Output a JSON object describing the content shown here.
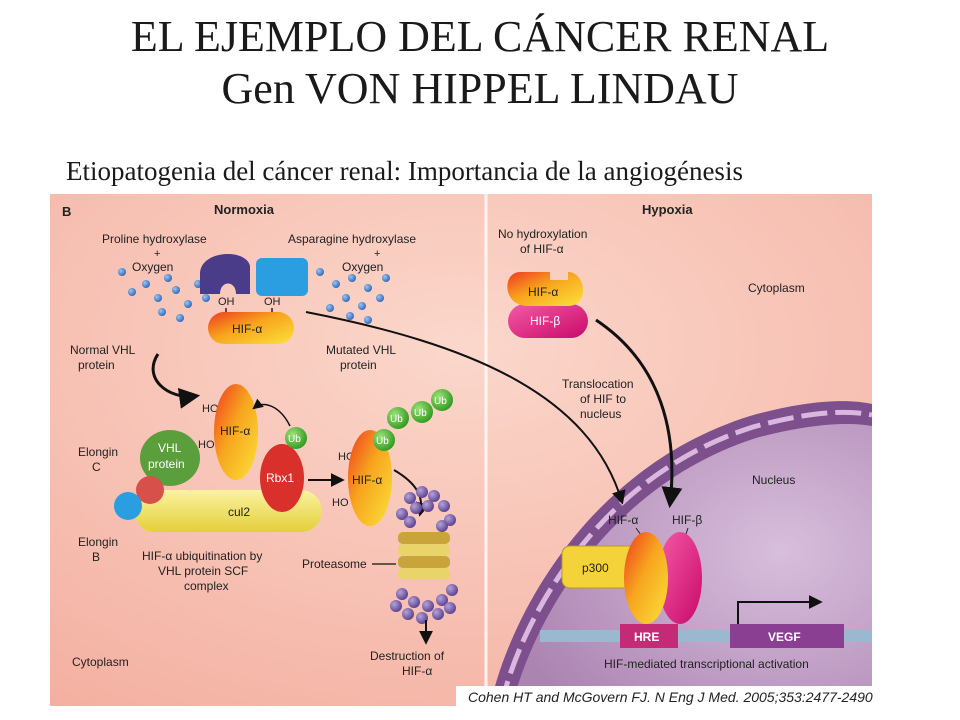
{
  "slide": {
    "title_line1": "EL EJEMPLO DEL CÁNCER RENAL",
    "title_line2": "Gen VON HIPPEL LINDAU",
    "subtitle": "Etiopatogenia del cáncer renal: Importancia de la angiogénesis",
    "citation": "Cohen HT and McGovern FJ. N Eng J Med. 2005;353:2477-2490"
  },
  "figure": {
    "panel_letter": "B",
    "normoxia_label": "Normoxia",
    "hypoxia_label": "Hypoxia",
    "proline_hydroxylase": "Proline hydroxylase",
    "asparagine_hydroxylase": "Asparagine hydroxylase",
    "plus": "+",
    "oxygen": "Oxygen",
    "oh": "OH",
    "ho": "HO",
    "hif_alpha": "HIF-α",
    "hif_beta": "HIF-β",
    "normal_vhl_line1": "Normal VHL",
    "normal_vhl_line2": "protein",
    "mutated_vhl_line1": "Mutated VHL",
    "mutated_vhl_line2": "protein",
    "no_hydroxylation_line1": "No hydroxylation",
    "no_hydroxylation_line2": "of HIF-α",
    "cytoplasm": "Cytoplasm",
    "translocation_line1": "Translocation",
    "translocation_line2": "of HIF to",
    "translocation_line3": "nucleus",
    "nucleus": "Nucleus",
    "ub": "Ub",
    "rbx1": "Rbx1",
    "vhl_protein_line1": "VHL",
    "vhl_protein_line2": "protein",
    "elongin_c_line1": "Elongin",
    "elongin_c_line2": "C",
    "elongin_b_line1": "Elongin",
    "elongin_b_line2": "B",
    "cul2": "cul2",
    "ubiquitination_line1": "HIF-α ubiquitination by",
    "ubiquitination_line2": "VHL protein SCF",
    "ubiquitination_line3": "complex",
    "proteasome": "Proteasome",
    "destruction_line1": "Destruction of",
    "destruction_line2": "HIF-α",
    "p300": "p300",
    "hre": "HRE",
    "vegf": "VEGF",
    "transcription": "HIF-mediated transcriptional activation",
    "colors": {
      "background": "#f7c5b9",
      "nucleus": "#b58ab8",
      "hif_alpha": "#f6a21e",
      "hif_beta": "#e0177f",
      "ub": "#52c13a",
      "rbx1": "#d9302b",
      "vhl": "#5aa03c",
      "cul2": "#f2e45c",
      "proteasome": "#7860a8",
      "proline_hydroxylase": "#5a4a96",
      "asparagine_hydroxylase": "#2a9ee0",
      "oxygen": "#3f7fd0",
      "p300": "#f4d23a"
    }
  }
}
